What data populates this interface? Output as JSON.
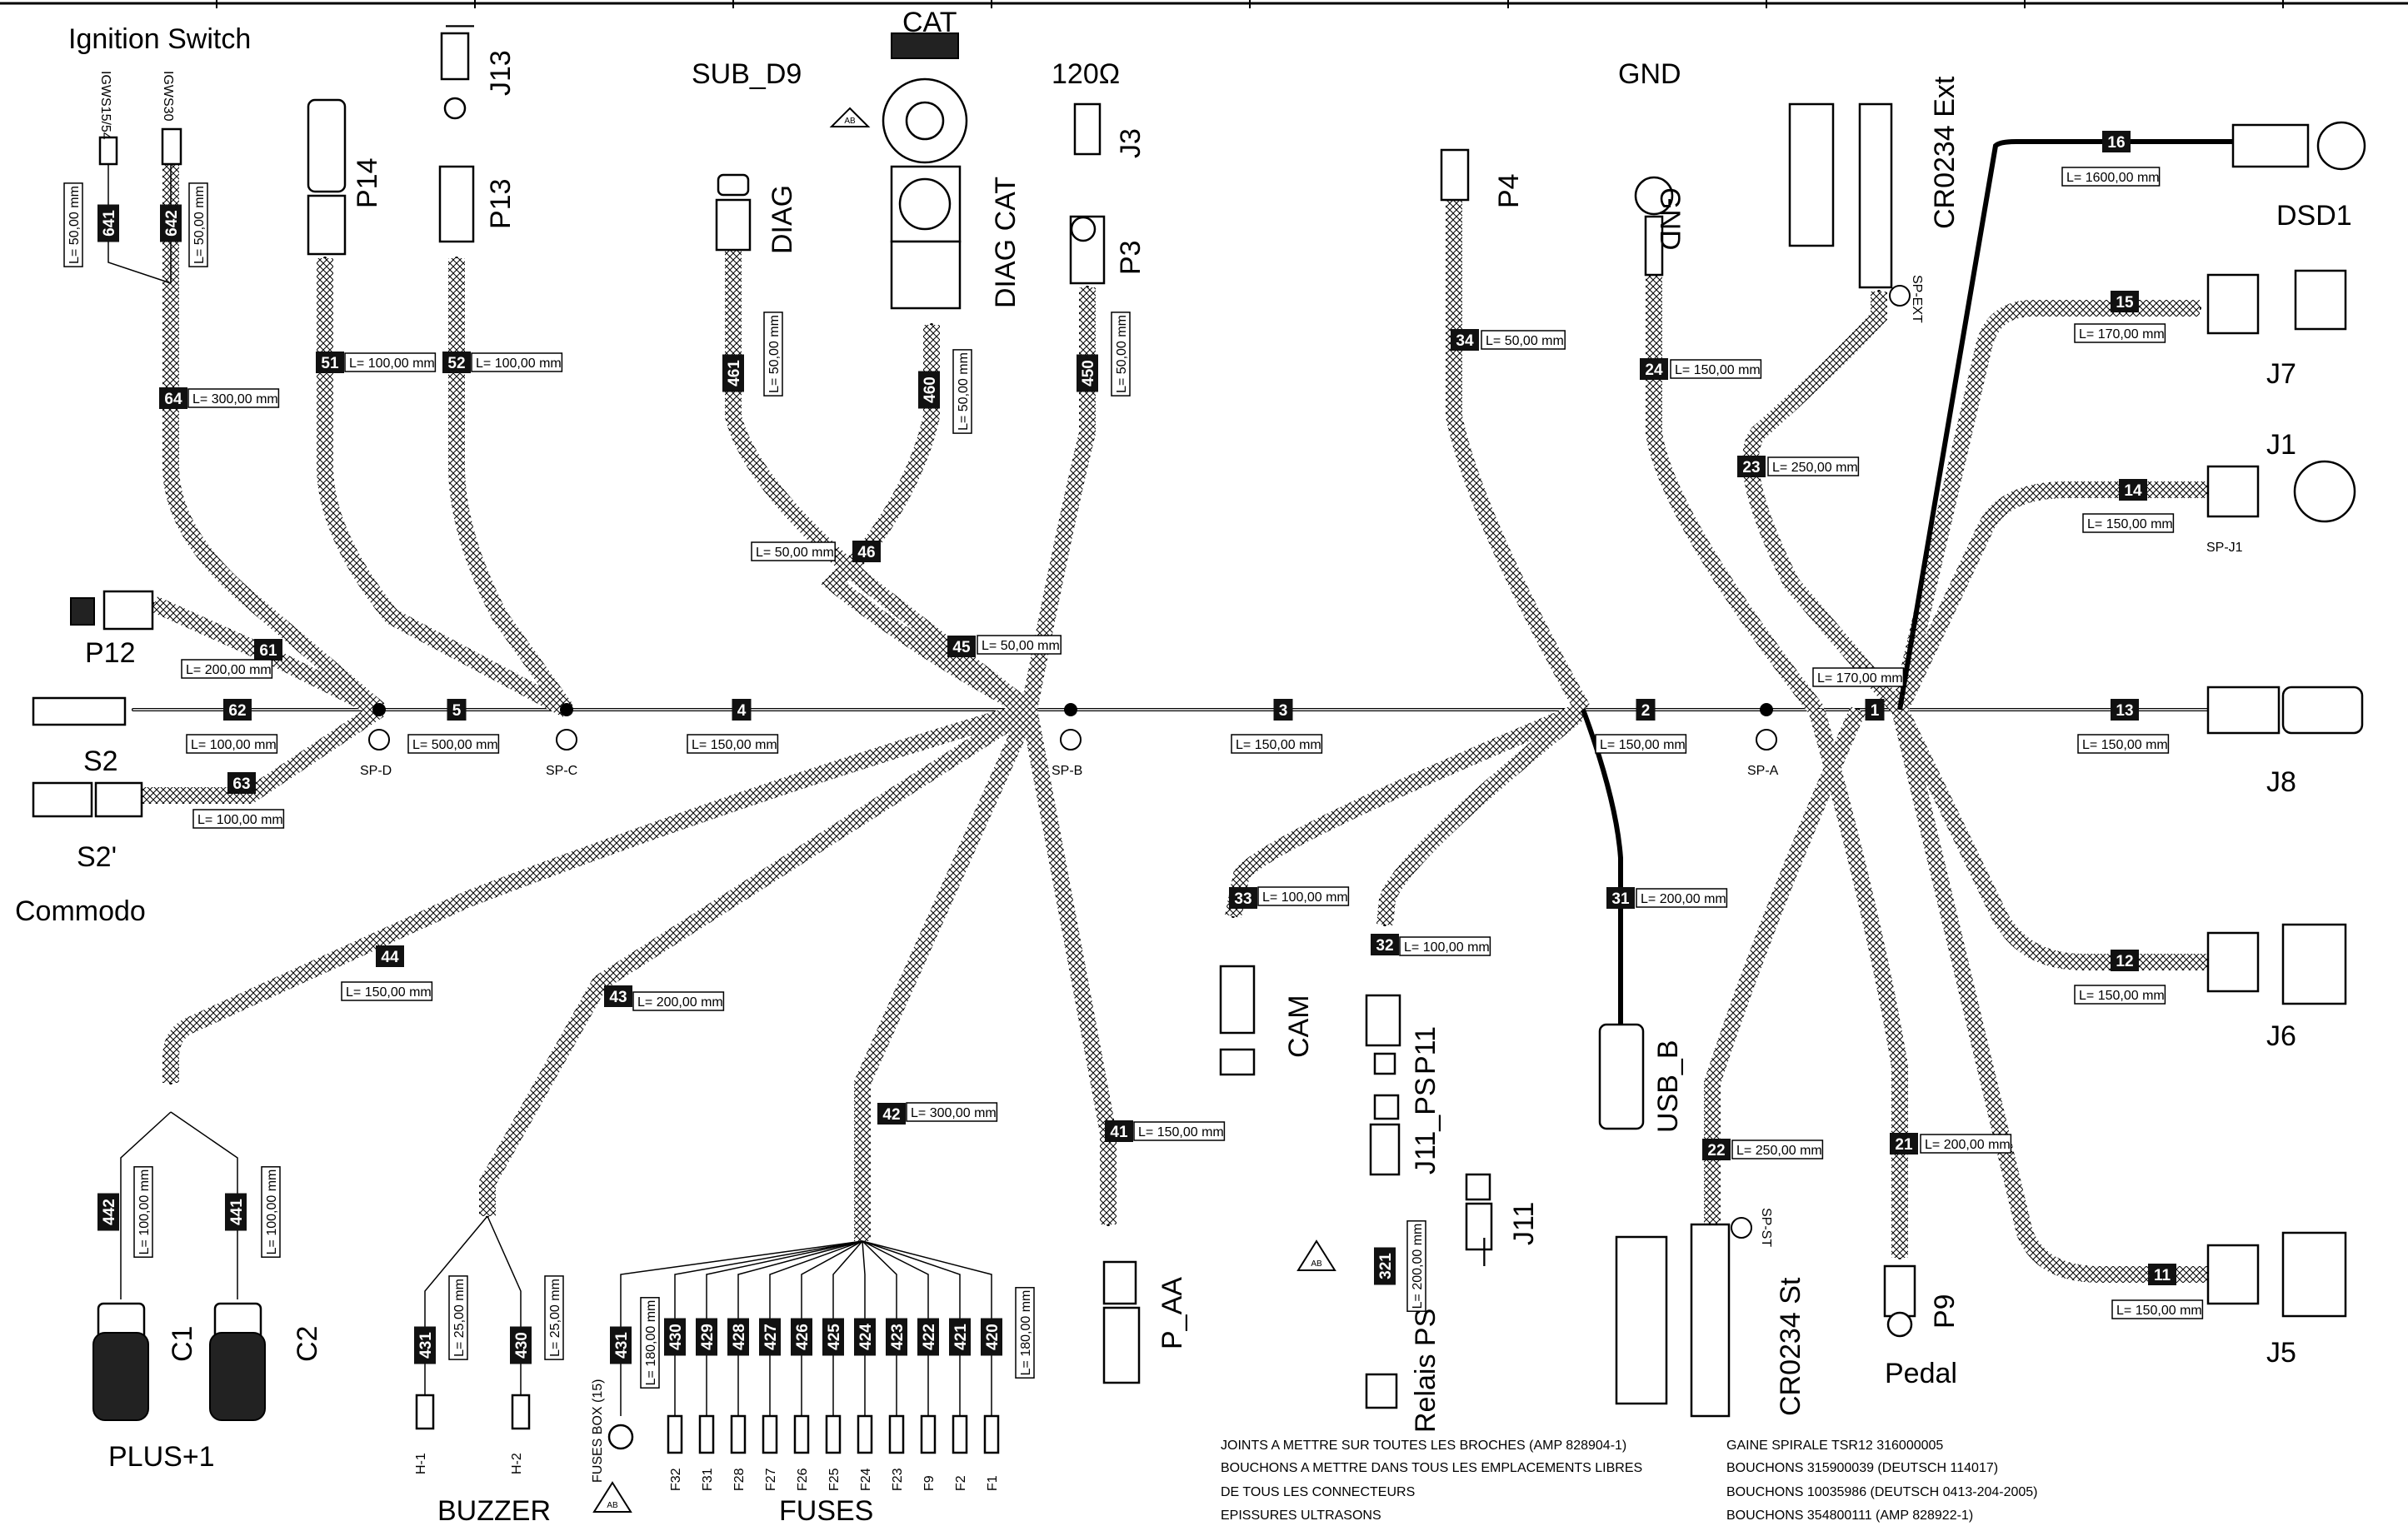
{
  "connectors": {
    "ignition_switch": "Ignition Switch",
    "igws15_54": "IGWS15/54",
    "igws30": "IGWS30",
    "p14": "P14",
    "p13": "P13",
    "j13": "J13",
    "j13_dash": "—",
    "sub_d9": "SUB_D9",
    "diag": "DIAG",
    "cat": "CAT",
    "diag_cat": "DIAG CAT",
    "r120": "120Ω",
    "j3": "J3",
    "p3": "P3",
    "gnd_top": "GND",
    "gnd": "GND",
    "p4": "P4",
    "cr0234_ext": "CR0234 Ext",
    "sp_ext": "SP-EXT",
    "dsd1": "DSD1",
    "j7": "J7",
    "j1": "J1",
    "sp_j1": "SP-J1",
    "j8": "J8",
    "p12": "P12",
    "s2": "S2",
    "s2p": "S2'",
    "commodo": "Commodo",
    "sp_d": "SP-D",
    "sp_c": "SP-C",
    "sp_b": "SP-B",
    "sp_a": "SP-A",
    "cam": "CAM",
    "p11": "P11",
    "j11_ps": "J11_PS",
    "j11": "J11",
    "j11_dash": "—",
    "usb_b": "USB_B",
    "relais_ps": "Relais PS",
    "cr0234_st": "CR0234 St",
    "sp_st": "SP-ST",
    "p9": "P9",
    "pedal": "Pedal",
    "j6": "J6",
    "j5": "J5",
    "p_aa": "P_AA",
    "plus1": "PLUS+1",
    "c1": "C1",
    "c2": "C2",
    "buzzer": "BUZZER",
    "h1": "H-1",
    "h2": "H-2",
    "fuses": "FUSES",
    "fuses_box": "FUSES BOX (15)",
    "ab": "AB"
  },
  "fuse_labels": [
    "F32",
    "F31",
    "F28",
    "F27",
    "F26",
    "F25",
    "F24",
    "F23",
    "F9",
    "F2",
    "F1"
  ],
  "segments": {
    "s641": {
      "id": "641",
      "len": "L= 50,00 mm"
    },
    "s642": {
      "id": "642",
      "len": "L= 50,00 mm"
    },
    "s64": {
      "id": "64",
      "len": "L= 300,00 mm"
    },
    "s51": {
      "id": "51",
      "len": "L= 100,00 mm"
    },
    "s52": {
      "id": "52",
      "len": "L= 100,00 mm"
    },
    "s461": {
      "id": "461",
      "len": "L= 50,00 mm"
    },
    "s460": {
      "id": "460",
      "len": "L= 50,00 mm"
    },
    "s450": {
      "id": "450",
      "len": "L= 50,00 mm"
    },
    "s46": {
      "id": "46",
      "len": "L= 50,00 mm"
    },
    "s45": {
      "id": "45",
      "len": "L= 50,00 mm"
    },
    "s61": {
      "id": "61",
      "len": "L= 200,00 mm"
    },
    "s62": {
      "id": "62",
      "len": "L= 100,00 mm"
    },
    "s63": {
      "id": "63",
      "len": "L= 100,00 mm"
    },
    "s5": {
      "id": "5",
      "len": "L= 500,00 mm"
    },
    "s4": {
      "id": "4",
      "len": "L= 150,00 mm"
    },
    "s3": {
      "id": "3",
      "len": "L= 150,00 mm"
    },
    "s2": {
      "id": "2",
      "len": "L= 150,00 mm"
    },
    "s1": {
      "id": "1",
      "len": "L= 170,00 mm"
    },
    "s13": {
      "id": "13",
      "len": "L= 150,00 mm"
    },
    "s34": {
      "id": "34",
      "len": "L= 50,00 mm"
    },
    "s24": {
      "id": "24",
      "len": "L= 150,00 mm"
    },
    "s23": {
      "id": "23",
      "len": "L= 250,00 mm"
    },
    "s16": {
      "id": "16",
      "len": "L= 1600,00 mm"
    },
    "s15": {
      "id": "15",
      "len": "L= 170,00 mm"
    },
    "s14": {
      "id": "14",
      "len": "L= 150,00 mm"
    },
    "s44": {
      "id": "44",
      "len": "L= 150,00 mm"
    },
    "s43": {
      "id": "43",
      "len": "L= 200,00 mm"
    },
    "s42": {
      "id": "42",
      "len": "L= 300,00 mm"
    },
    "s41": {
      "id": "41",
      "len": "L= 150,00 mm"
    },
    "s33": {
      "id": "33",
      "len": "L= 100,00 mm"
    },
    "s32": {
      "id": "32",
      "len": "L= 100,00 mm"
    },
    "s31": {
      "id": "31",
      "len": "L= 200,00 mm"
    },
    "s321": {
      "id": "321",
      "len": "L= 200,00 mm"
    },
    "s22": {
      "id": "22",
      "len": "L= 250,00 mm"
    },
    "s21": {
      "id": "21",
      "len": "L= 200,00 mm"
    },
    "s12": {
      "id": "12",
      "len": "L= 150,00 mm"
    },
    "s11": {
      "id": "11",
      "len": "L= 150,00 mm"
    },
    "s442": {
      "id": "442",
      "len": "L= 100,00 mm"
    },
    "s441": {
      "id": "441",
      "len": "L= 100,00 mm"
    },
    "s431b": {
      "id": "431",
      "len": "L= 25,00 mm"
    },
    "s430b": {
      "id": "430",
      "len": "L= 25,00 mm"
    },
    "s431f": {
      "id": "431",
      "len": "L= 180,00 mm"
    },
    "s420": {
      "id": "420",
      "len": "L= 180,00 mm"
    },
    "fuse_ids": [
      "430",
      "429",
      "428",
      "427",
      "426",
      "425",
      "424",
      "423",
      "422",
      "421"
    ]
  },
  "notes": {
    "left": [
      "JOINTS A METTRE SUR TOUTES LES BROCHES (AMP 828904-1)",
      "BOUCHONS A METTRE DANS TOUS LES EMPLACEMENTS LIBRES",
      "DE TOUS LES CONNECTEURS",
      "EPISSURES ULTRASONS"
    ],
    "right": [
      "GAINE SPIRALE TSR12 316000005",
      "BOUCHONS 315900039 (DEUTSCH 114017)",
      "BOUCHONS  10035986 (DEUTSCH 0413-204-2005)",
      "BOUCHONS 354800111 (AMP 828922-1)"
    ]
  }
}
